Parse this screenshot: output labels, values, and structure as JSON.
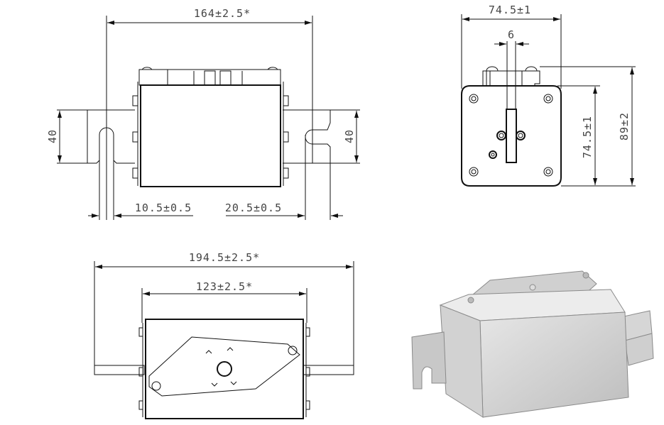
{
  "drawing": {
    "front_view": {
      "overall_length": "164±2.5*",
      "left_tab_height": "40",
      "right_tab_height": "40",
      "left_slot_width": "10.5±0.5",
      "right_slot_depth": "20.5±0.5"
    },
    "side_view": {
      "width": "74.5±1",
      "blade_thickness": "6",
      "body_height": "74.5±1",
      "overall_height": "89±2"
    },
    "top_view": {
      "overall_length": "194.5±2.5*",
      "body_length": "123±2.5*"
    }
  }
}
